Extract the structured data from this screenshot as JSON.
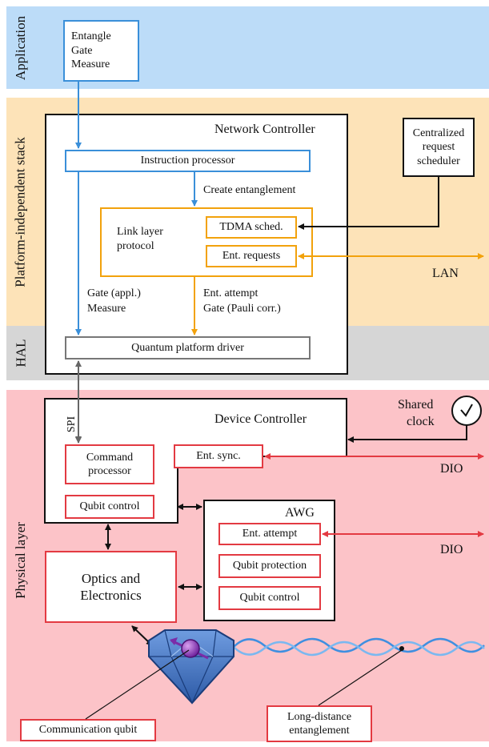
{
  "layers": {
    "application": "Application",
    "platform_independent": "Platform-independent stack",
    "hal": "HAL",
    "physical": "Physical layer"
  },
  "application_box": [
    "Entangle",
    "Gate",
    "Measure"
  ],
  "network_controller": {
    "title": "Network Controller",
    "instruction_processor": "Instruction processor",
    "create_entanglement": "Create entanglement",
    "link_layer": [
      "Link layer",
      "protocol"
    ],
    "tdma": "TDMA sched.",
    "ent_requests": "Ent. requests",
    "gate_measure": [
      "Gate (appl.)",
      "Measure"
    ],
    "ent_attempt_gate": [
      "Ent. attempt",
      "Gate (Pauli corr.)"
    ],
    "quantum_platform_driver": "Quantum platform driver"
  },
  "scheduler": [
    "Centralized",
    "request",
    "scheduler"
  ],
  "lan": "LAN",
  "shared_clock": [
    "Shared",
    "clock"
  ],
  "spi": "SPI",
  "device_controller": {
    "title": "Device Controller",
    "command_processor": [
      "Command",
      "processor"
    ],
    "ent_sync": "Ent. sync.",
    "qubit_control": "Qubit control"
  },
  "dio_1": "DIO",
  "dio_2": "DIO",
  "awg": {
    "title": "AWG",
    "ent_attempt": "Ent. attempt",
    "qubit_protection": "Qubit protection",
    "qubit_control": "Qubit control"
  },
  "optics": [
    "Optics and",
    "Electronics"
  ],
  "communication_qubit": "Communication qubit",
  "long_distance": [
    "Long-distance",
    "entanglement"
  ],
  "colors": {
    "application_band": "#bcdcf8",
    "stack_band": "#fde3b8",
    "hal_band": "#d6d6d6",
    "physical_band": "#fcc3c8",
    "blue": "#3a8fd9",
    "orange": "#f2a20c",
    "red": "#e33a42",
    "diamond": "#3f6fbd"
  }
}
